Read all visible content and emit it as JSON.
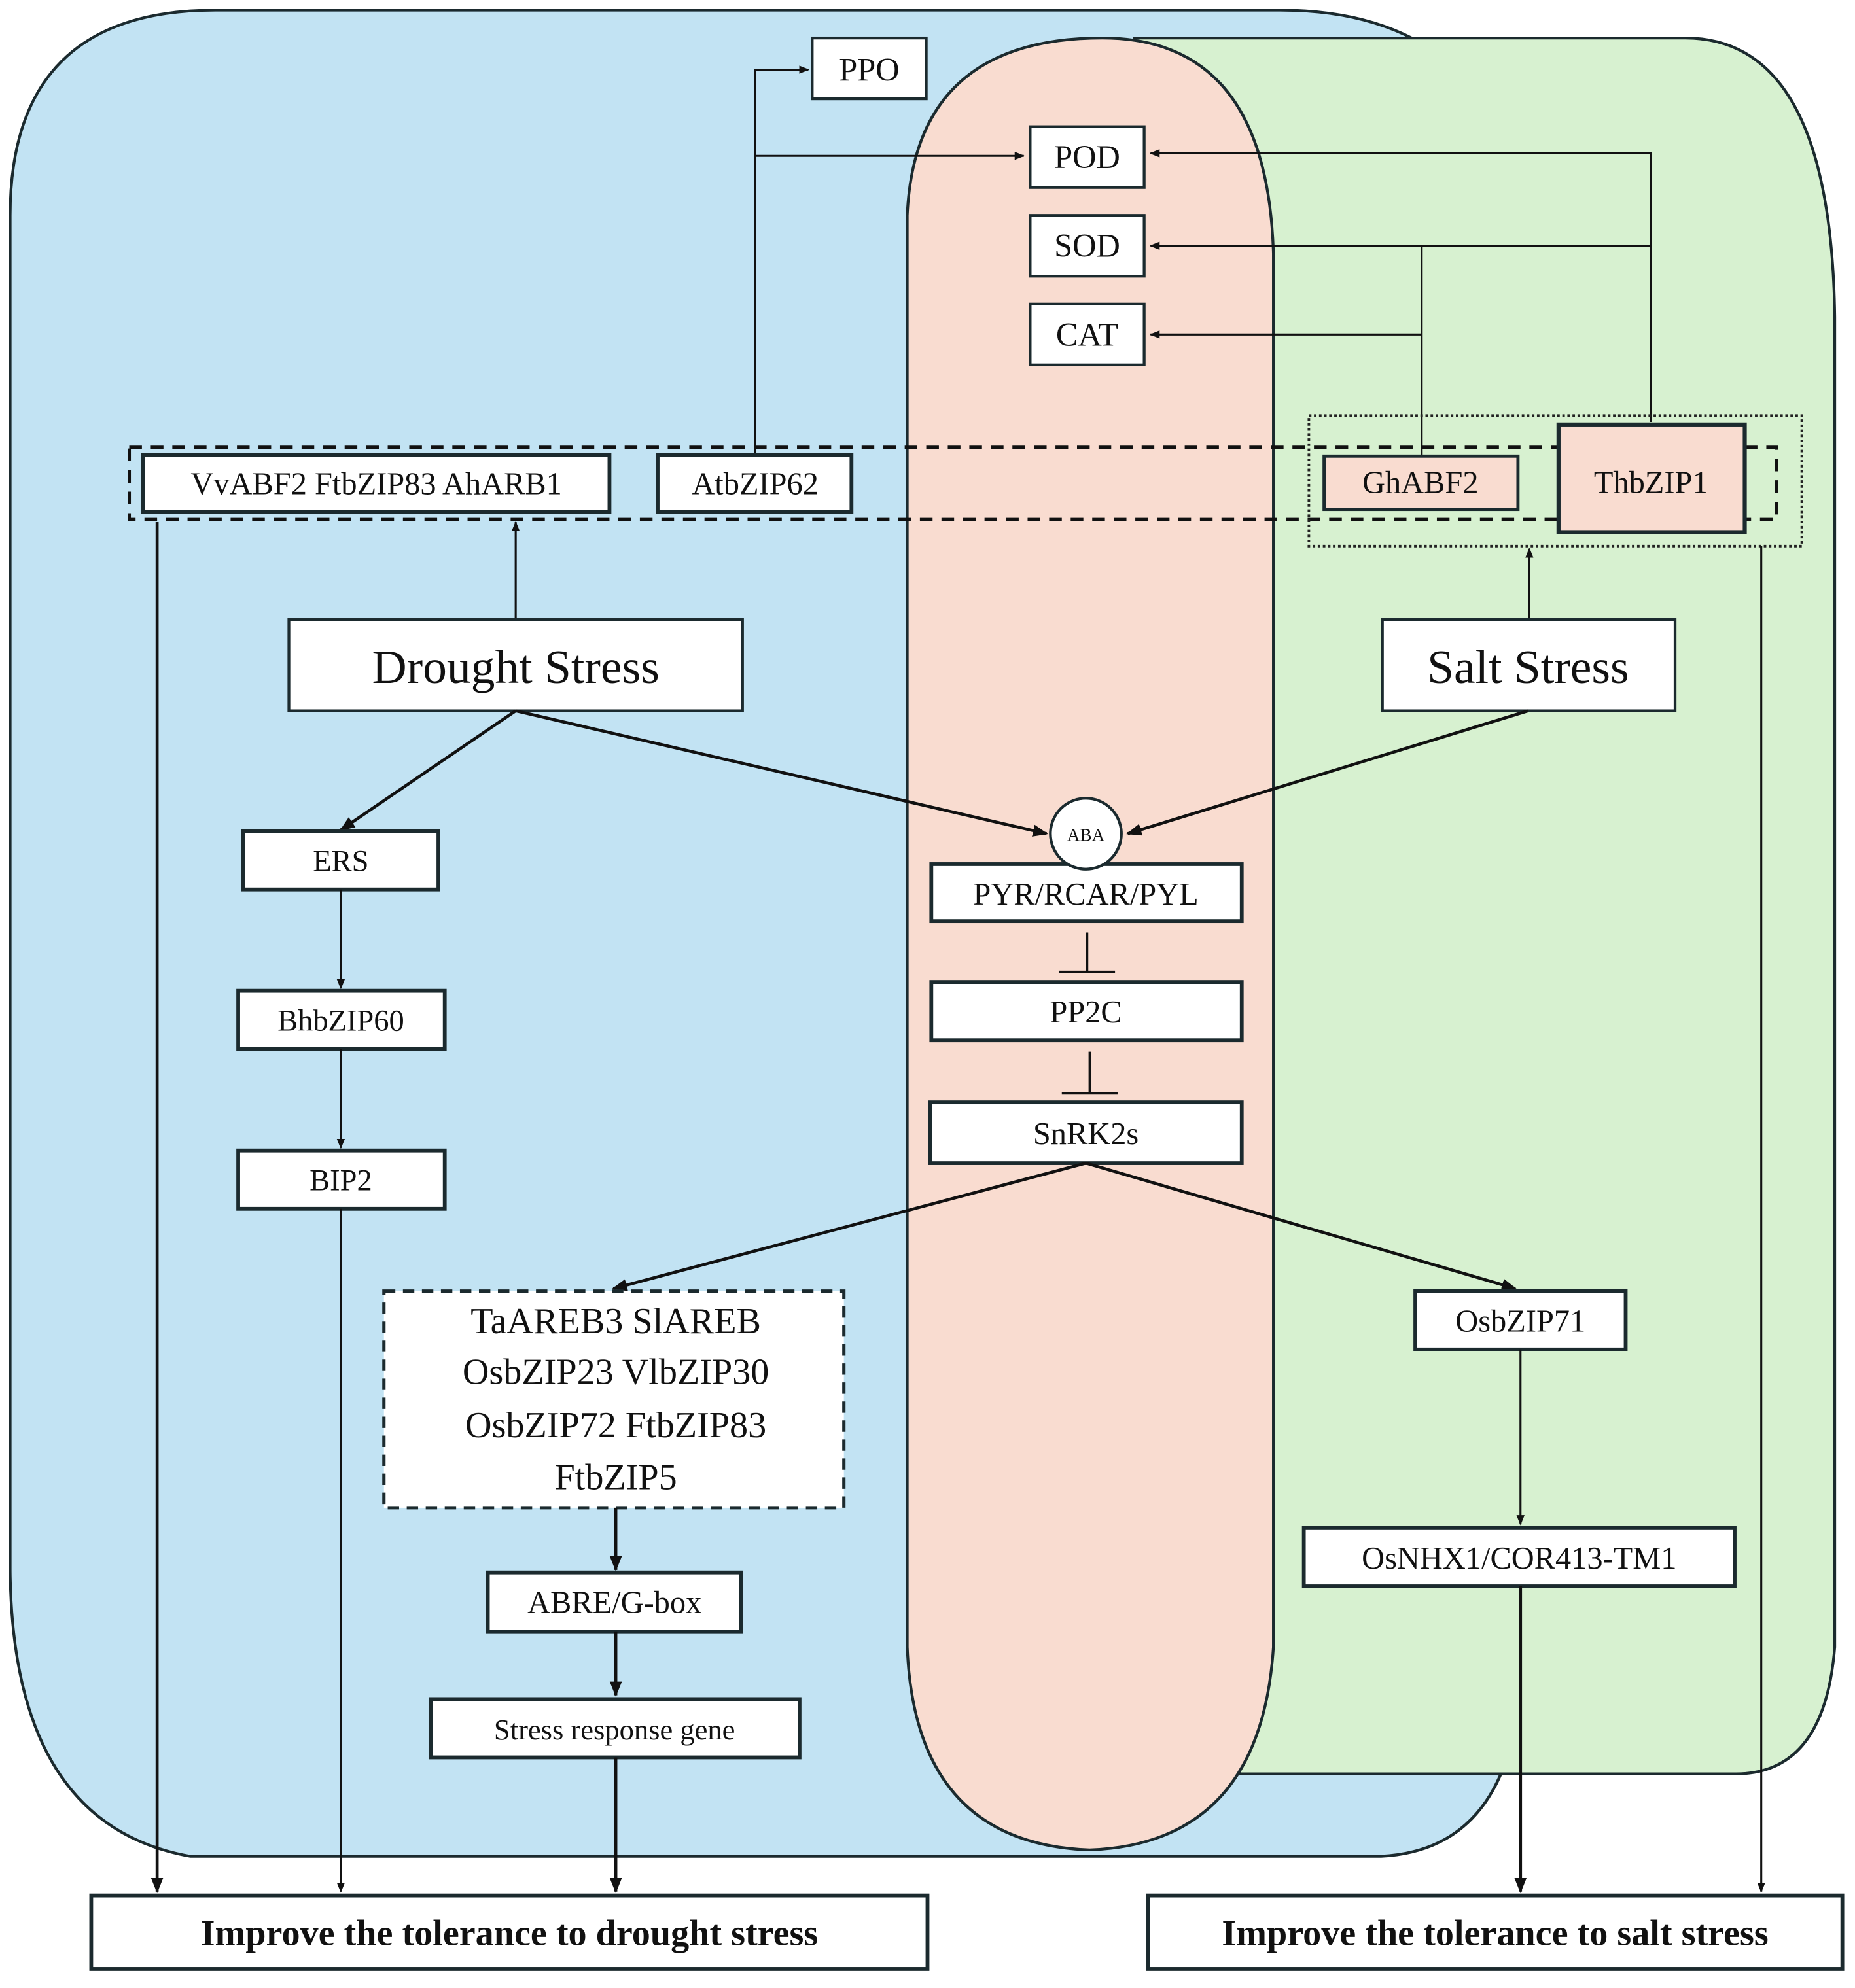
{
  "colors": {
    "drought_region": "#c2e3f3",
    "aba_region": "#f9dcd0",
    "salt_region": "#d7f1d0",
    "node_fill": "#ffffff",
    "salt_tf_fill": "#f9dcd0",
    "line": "#111111"
  },
  "nodes": {
    "ppo": "PPO",
    "pod": "POD",
    "sod": "SOD",
    "cat": "CAT",
    "drought_tfs": "VvABF2  FtbZIP83 AhARB1",
    "atbzip62": "AtbZIP62",
    "ghabf2": "GhABF2",
    "thbzip1": "ThbZIP1",
    "drought_stress": "Drought Stress",
    "salt_stress": "Salt Stress",
    "ers": "ERS",
    "bhbzip60": "BhbZIP60",
    "bip2": "BIP2",
    "aba": "ABA",
    "pyr": "PYR/RCAR/PYL",
    "pp2c": "PP2C",
    "snrk2s": "SnRK2s",
    "areb_group": [
      "TaAREB3  SlAREB",
      "OsbZIP23  VlbZIP30",
      "OsbZIP72   FtbZIP83",
      "FtbZIP5"
    ],
    "abre": "ABRE/G-box",
    "stress_gene": "Stress response gene",
    "osbzip71": "OsbZIP71",
    "osnhx1": "OsNHX1/COR413-TM1",
    "drought_outcome": "Improve the tolerance to drought stress",
    "salt_outcome": "Improve the tolerance to salt stress"
  },
  "edges": [
    {
      "from": "AtbZIP62",
      "to": "PPO",
      "type": "activate"
    },
    {
      "from": "AtbZIP62",
      "to": "POD",
      "type": "activate"
    },
    {
      "from": "ThbZIP1",
      "to": "POD",
      "type": "activate"
    },
    {
      "from": "ThbZIP1",
      "to": "SOD",
      "type": "activate"
    },
    {
      "from": "GhABF2",
      "to": "SOD",
      "type": "activate"
    },
    {
      "from": "GhABF2",
      "to": "CAT",
      "type": "activate"
    },
    {
      "from": "Drought Stress",
      "to": "VvABF2 FtbZIP83 AhARB1",
      "type": "activate"
    },
    {
      "from": "Salt Stress",
      "to": "GhABF2 ThbZIP1",
      "type": "activate"
    },
    {
      "from": "Drought Stress",
      "to": "ABA",
      "type": "activate"
    },
    {
      "from": "Salt Stress",
      "to": "ABA",
      "type": "activate"
    },
    {
      "from": "Drought Stress",
      "to": "ERS",
      "type": "activate"
    },
    {
      "from": "ERS",
      "to": "BhbZIP60",
      "type": "activate"
    },
    {
      "from": "BhbZIP60",
      "to": "BIP2",
      "type": "activate"
    },
    {
      "from": "PYR/RCAR/PYL",
      "to": "PP2C",
      "type": "inhibit"
    },
    {
      "from": "PP2C",
      "to": "SnRK2s",
      "type": "inhibit"
    },
    {
      "from": "SnRK2s",
      "to": "AREB group",
      "type": "activate"
    },
    {
      "from": "SnRK2s",
      "to": "OsbZIP71",
      "type": "activate"
    },
    {
      "from": "AREB group",
      "to": "ABRE/G-box",
      "type": "activate"
    },
    {
      "from": "ABRE/G-box",
      "to": "Stress response gene",
      "type": "activate"
    },
    {
      "from": "OsbZIP71",
      "to": "OsNHX1/COR413-TM1",
      "type": "activate"
    },
    {
      "from": "drought TFs",
      "to": "Improve the tolerance to drought stress",
      "type": "activate"
    },
    {
      "from": "BIP2",
      "to": "Improve the tolerance to drought stress",
      "type": "activate"
    },
    {
      "from": "Stress response gene",
      "to": "Improve the tolerance to drought stress",
      "type": "activate"
    },
    {
      "from": "OsNHX1/COR413-TM1",
      "to": "Improve the tolerance to salt stress",
      "type": "activate"
    },
    {
      "from": "GhABF2 ThbZIP1",
      "to": "Improve the tolerance to salt stress",
      "type": "activate"
    }
  ]
}
